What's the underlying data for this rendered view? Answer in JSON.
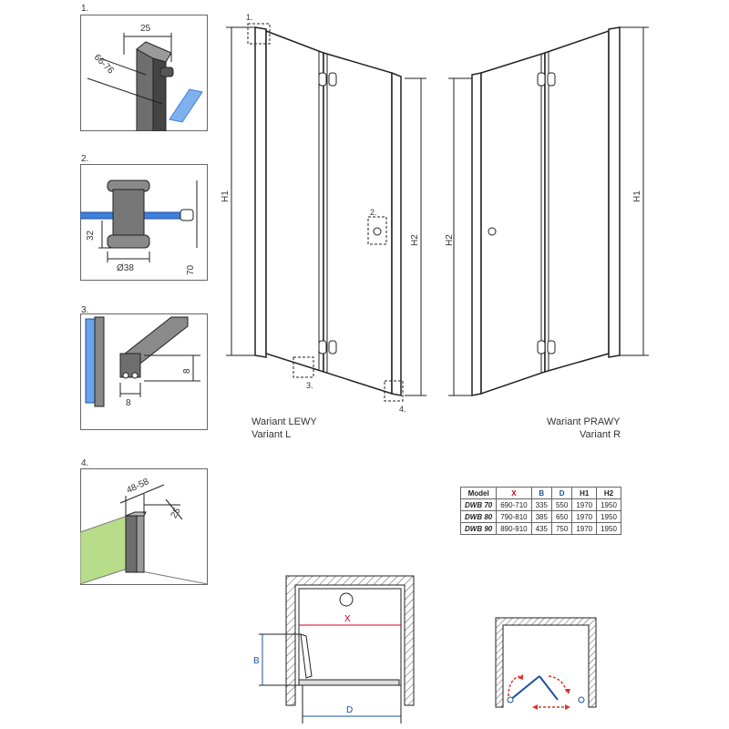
{
  "details": [
    {
      "number": "1.",
      "dims": [
        "25",
        "66-76"
      ]
    },
    {
      "number": "2.",
      "dims": [
        "32",
        "Ø38",
        "70"
      ]
    },
    {
      "number": "3.",
      "dims": [
        "8",
        "8"
      ]
    },
    {
      "number": "4.",
      "dims": [
        "48-58",
        "25"
      ]
    }
  ],
  "left_view": {
    "callouts": [
      "1.",
      "2.",
      "3.",
      "4."
    ],
    "h1": "H1",
    "h2": "H2",
    "caption_pl": "Wariant LEWY",
    "caption_en": "Variant L"
  },
  "right_view": {
    "h1": "H1",
    "h2": "H2",
    "caption_pl": "Wariant PRAWY",
    "caption_en": "Variant R"
  },
  "table": {
    "headers": [
      "Model",
      "X",
      "B",
      "D",
      "H1",
      "H2"
    ],
    "rows": [
      [
        "DWB 70",
        "690-710",
        "335",
        "550",
        "1970",
        "1950"
      ],
      [
        "DWB 80",
        "790-810",
        "385",
        "650",
        "1970",
        "1950"
      ],
      [
        "DWB 90",
        "890-910",
        "435",
        "750",
        "1970",
        "1950"
      ]
    ]
  },
  "plan": {
    "x": "X",
    "b": "B",
    "d": "D"
  },
  "colors": {
    "glass": "#3f7fd9",
    "wall": "#b8dd8a",
    "arrow": "#d9362b",
    "dim_blue": "#1f4fa0",
    "dim_red": "#d0021b"
  }
}
